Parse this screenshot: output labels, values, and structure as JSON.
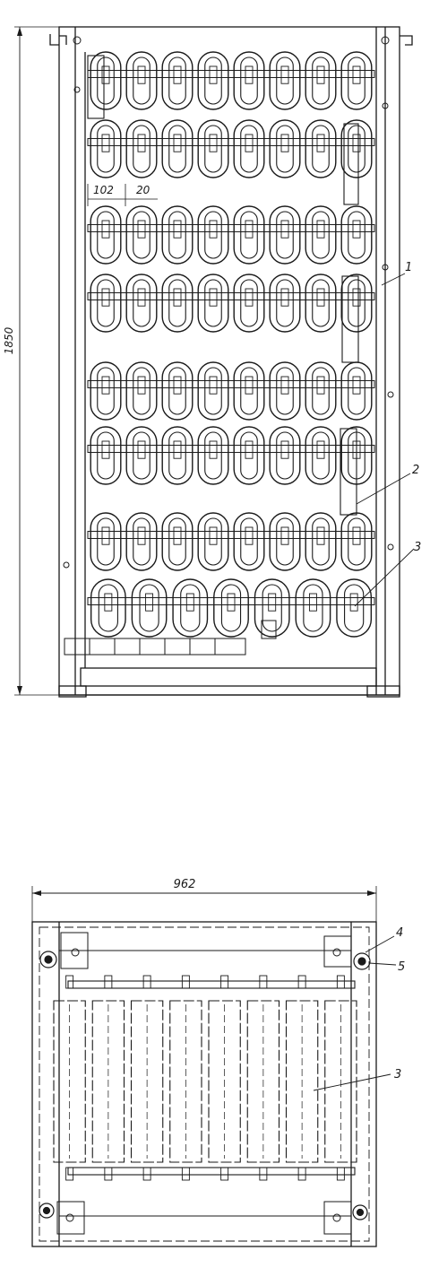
{
  "drawing": {
    "ink_color": "#1a1a1a",
    "paper_color": "#ffffff",
    "front_view": {
      "dim_height": "1850",
      "dim_pitch": "102",
      "dim_gap": "20",
      "callouts": [
        "1",
        "2",
        "3"
      ],
      "rows": [
        8,
        8,
        8,
        8,
        8,
        8,
        8,
        7
      ]
    },
    "top_view": {
      "dim_width": "962",
      "callouts": [
        "4",
        "5",
        "3"
      ],
      "plates": 8
    }
  }
}
